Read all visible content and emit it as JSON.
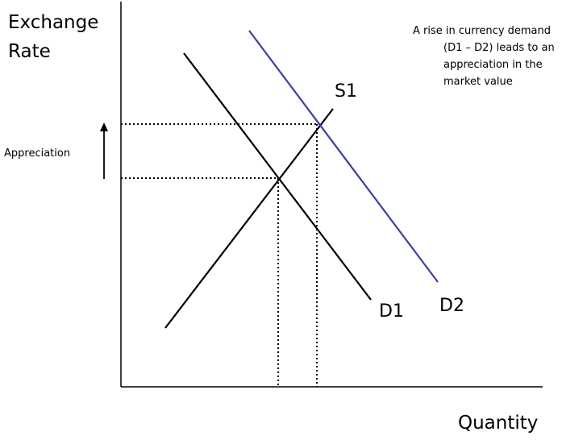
{
  "diagram": {
    "y_axis_label_line1": "Exchange",
    "y_axis_label_line2": "Rate",
    "x_axis_label": "Quantity",
    "appreciation_label": "Appreciation",
    "annotation": {
      "line1": "A rise in currency demand",
      "line2": "(D1 – D2) leads to an",
      "line3": "appreciation in the",
      "line4": "market value"
    },
    "curves": {
      "supply": "S1",
      "demand_initial": "D1",
      "demand_new": "D2"
    },
    "colors": {
      "axes": "#000000",
      "supply": "#000000",
      "demand_initial": "#000000",
      "demand_new": "#3b3fa0",
      "guides": "#000000"
    },
    "icons": {
      "appreciation_arrow": "up-arrow-icon"
    }
  }
}
